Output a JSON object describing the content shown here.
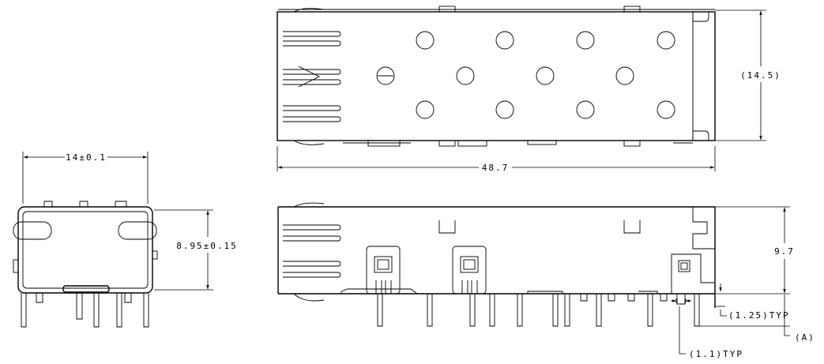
{
  "drawing": {
    "front_view": {
      "width_dim": "14±0.1",
      "height_dim": "8.95±0.15"
    },
    "top_view": {
      "length_dim": "48.7",
      "width_dim": "(14.5)"
    },
    "side_view": {
      "height_dim": "9.7",
      "pin_offset_dim": "(1.25)TYP",
      "pin_width_dim": "(1.1)TYP",
      "ref_dim": "(A)"
    }
  }
}
